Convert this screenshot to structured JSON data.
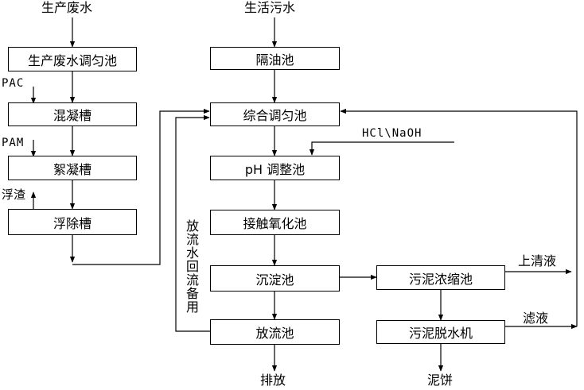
{
  "inputs": {
    "production_wastewater": "生产废水",
    "domestic_sewage": "生活污水"
  },
  "boxes": {
    "prod_equalization_tank": "生产废水调匀池",
    "mixing_tank": "混凝槽",
    "flocculation_tank": "絮凝槽",
    "flotation_tank": "浮除槽",
    "oil_separator": "隔油池",
    "combined_equalization_tank": "综合调匀池",
    "ph_adjustment_tank": "pH 调整池",
    "contact_oxidation_tank": "接触氧化池",
    "sedimentation_tank": "沉淀池",
    "discharge_tank": "放流池",
    "sludge_thickener": "污泥浓缩池",
    "sludge_dewatering_machine": "污泥脱水机"
  },
  "labels": {
    "pac": "PAC",
    "pam": "PAM",
    "scum": "浮渣",
    "hcl_naoh": "HCl\\NaOH",
    "discharge_water_reflux": "放流水回流备用",
    "supernatant": "上清液",
    "filtrate": "滤液",
    "discharge": "排放",
    "sludge_cake": "泥饼"
  }
}
